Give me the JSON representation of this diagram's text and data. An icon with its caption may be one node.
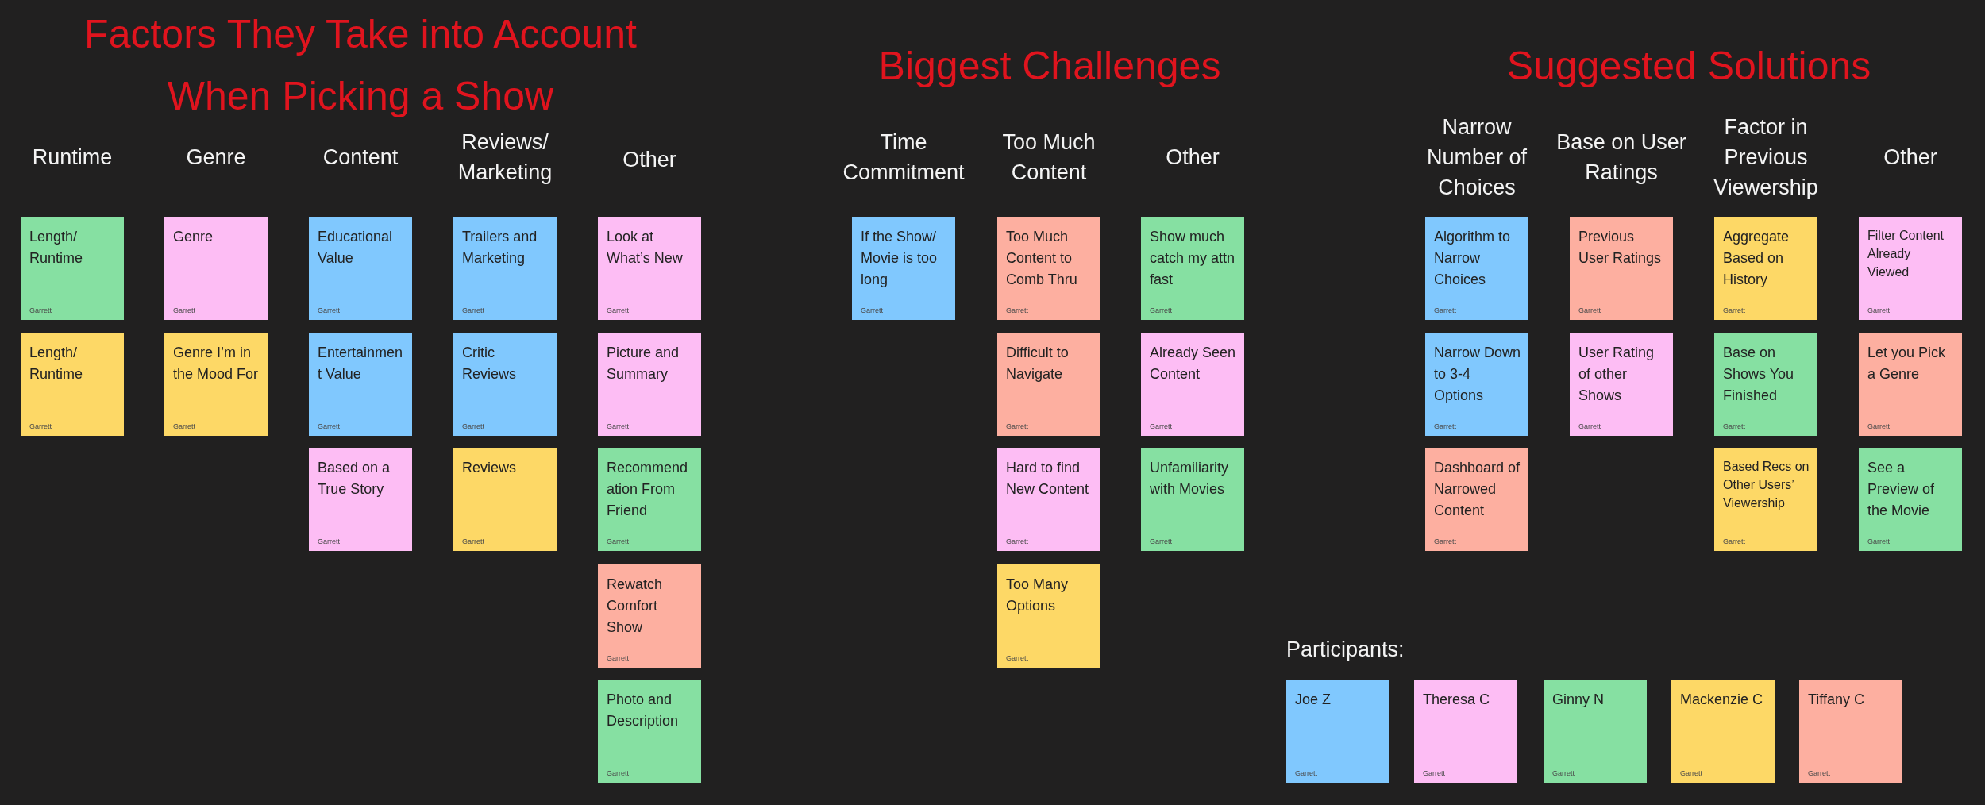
{
  "diagram": {
    "nodes": [
      {
        "text": [
          "Length/ Runtime",
          "Garrett"
        ]
      },
      {
        "text": [
          "Length/ Runtime",
          "Garrett"
        ]
      },
      {
        "text": [
          "Genre",
          "Garrett"
        ]
      },
      {
        "text": [
          "Genre I’m in the Mood For",
          "Garrett"
        ]
      },
      {
        "text": [
          "Educational Value",
          "Garrett"
        ]
      },
      {
        "text": [
          "Entertainment Value",
          "Garrett"
        ]
      },
      {
        "text": [
          "Based on a True Story",
          "Garrett"
        ]
      },
      {
        "text": [
          "Trailers and Marketing",
          "Garrett"
        ]
      },
      {
        "text": [
          "Critic Reviews",
          "Garrett"
        ]
      },
      {
        "text": [
          "Reviews",
          "Garrett"
        ]
      },
      {
        "text": [
          "Look at What’s New",
          "Garrett"
        ]
      },
      {
        "text": [
          "Picture and Summary",
          "Garrett"
        ]
      },
      {
        "text": [
          "Recommendation From Friend",
          "Garrett"
        ]
      },
      {
        "text": [
          "Rewatch Comfort Show",
          "Garrett"
        ]
      },
      {
        "text": [
          "Photo and Description",
          "Garrett"
        ]
      },
      {
        "text": [
          "If the Show/ Movie is too long",
          "Garrett"
        ]
      },
      {
        "text": [
          "Too Much Content to Comb Thru",
          "Garrett"
        ]
      },
      {
        "text": [
          "Difficult to Navigate",
          "Garrett"
        ]
      },
      {
        "text": [
          "Hard to find New Content",
          "Garrett"
        ]
      },
      {
        "text": [
          "Too Many Options",
          "Garrett"
        ]
      },
      {
        "text": [
          "Show much catch my attn fast",
          "Garrett"
        ]
      },
      {
        "text": [
          "Already Seen Content",
          "Garrett"
        ]
      },
      {
        "text": [
          "Unfamiliarity with Movies",
          "Garrett"
        ]
      },
      {
        "text": [
          "Algorithm to Narrow Choices",
          "Garrett"
        ]
      },
      {
        "text": [
          "Narrow Down to 3-4 Options",
          "Garrett"
        ]
      },
      {
        "text": [
          "Dashboard of Narrowed Content",
          "Garrett"
        ]
      },
      {
        "text": [
          "Previous User Ratings",
          "Garrett"
        ]
      },
      {
        "text": [
          "User Rating of other Shows",
          "Garrett"
        ]
      },
      {
        "text": [
          "Aggregate Based on History",
          "Garrett"
        ]
      },
      {
        "text": [
          "Base on Shows You Finished",
          "Garrett"
        ]
      },
      {
        "text": [
          "Based Recs on Other Users’ Viewership",
          "Garrett"
        ]
      },
      {
        "text": [
          "Filter Content Already Viewed",
          "Garrett"
        ]
      },
      {
        "text": [
          "Let you Pick a Genre",
          "Garrett"
        ]
      },
      {
        "text": [
          "See a Preview of the Movie",
          "Garrett"
        ]
      },
      {
        "text": [
          "Joe Z",
          "Garrett"
        ]
      },
      {
        "text": [
          "Theresa C",
          "Garrett"
        ]
      },
      {
        "text": [
          "Ginny N",
          "Garrett"
        ]
      },
      {
        "text": [
          "Mackenzie C",
          "Garrett"
        ]
      },
      {
        "text": [
          "Tiffany C",
          "Garrett"
        ]
      }
    ],
    "labels": [
      "Factors They Take into Account When Picking a Show",
      "Biggest Challenges",
      "Suggested Solutions",
      "Runtime",
      "Genre",
      "Content",
      "Reviews/ Marketing",
      "Other",
      "Time Commitment",
      "Too Much Content",
      "Other",
      "Narrow Number of Choices",
      "Base on User Ratings",
      "Factor in Previous Viewership",
      "Other",
      "Participants:"
    ]
  }
}
